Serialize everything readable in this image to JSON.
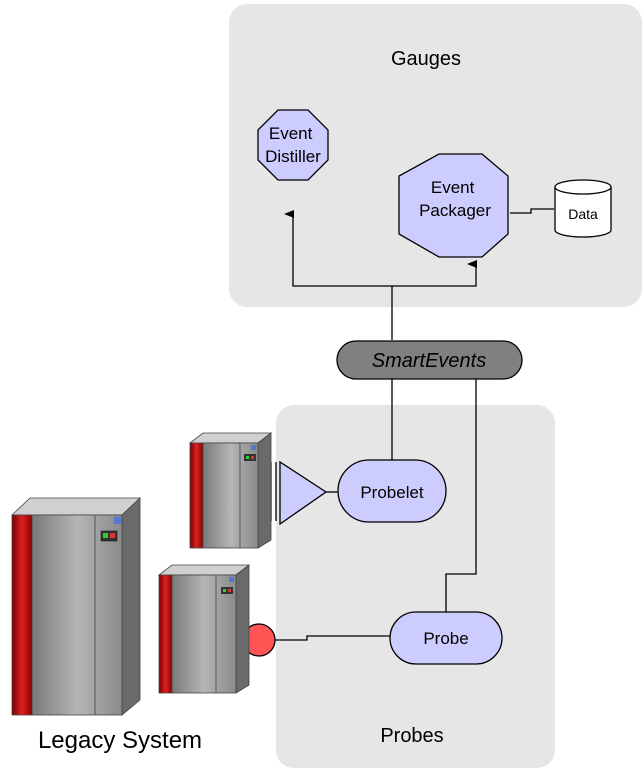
{
  "groups": {
    "gauges": "Gauges",
    "probes": "Probes",
    "legacy": "Legacy System"
  },
  "nodes": {
    "event_distiller": [
      "Event",
      "Distiller"
    ],
    "event_packager": [
      "Event",
      "Packager"
    ],
    "data_store": "Data",
    "smart_events": "SmartEvents",
    "probelet": "Probelet",
    "probe": "Probe"
  },
  "colors": {
    "panel": "#e6e6e6",
    "node_fill": "#ccccff",
    "bus_fill": "#808080",
    "probe_dot": "#ff5555",
    "server_red": "#cc2222",
    "server_gray": "#9a9a9a"
  }
}
